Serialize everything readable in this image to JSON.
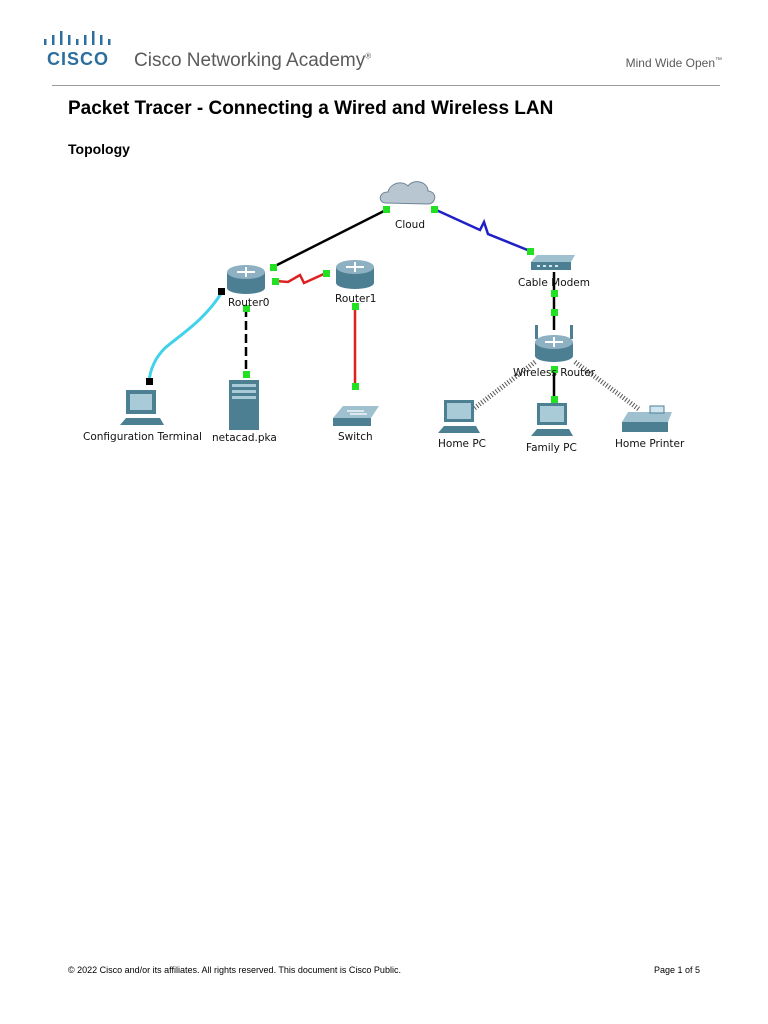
{
  "header": {
    "logo_text": "CISCO",
    "academy_name": "Cisco Networking Academy",
    "trademark": "®",
    "tagline": "Mind Wide Open",
    "tagline_mark": "™"
  },
  "document": {
    "title": "Packet Tracer - Connecting a Wired and Wireless LAN",
    "section_heading": "Topology"
  },
  "topology": {
    "devices": {
      "cloud": "Cloud",
      "cable_modem": "Cable Modem",
      "router0": "Router0",
      "router1": "Router1",
      "wireless_router": "Wireless Router",
      "config_terminal": "Configuration Terminal",
      "server": "netacad.pka",
      "switch": "Switch",
      "home_pc": "Home PC",
      "family_pc": "Family PC",
      "home_printer": "Home Printer"
    },
    "colors": {
      "copper_straight": "#000000",
      "crossover": "#e02020",
      "serial": "#2020c8",
      "console": "#3fd2ea",
      "link_up": "#22e022",
      "device": "#4d7f93"
    }
  },
  "footer": {
    "copyright": "© 2022 Cisco and/or its affiliates. All rights reserved. This document is Cisco Public.",
    "page": "Page 1 of 5"
  }
}
